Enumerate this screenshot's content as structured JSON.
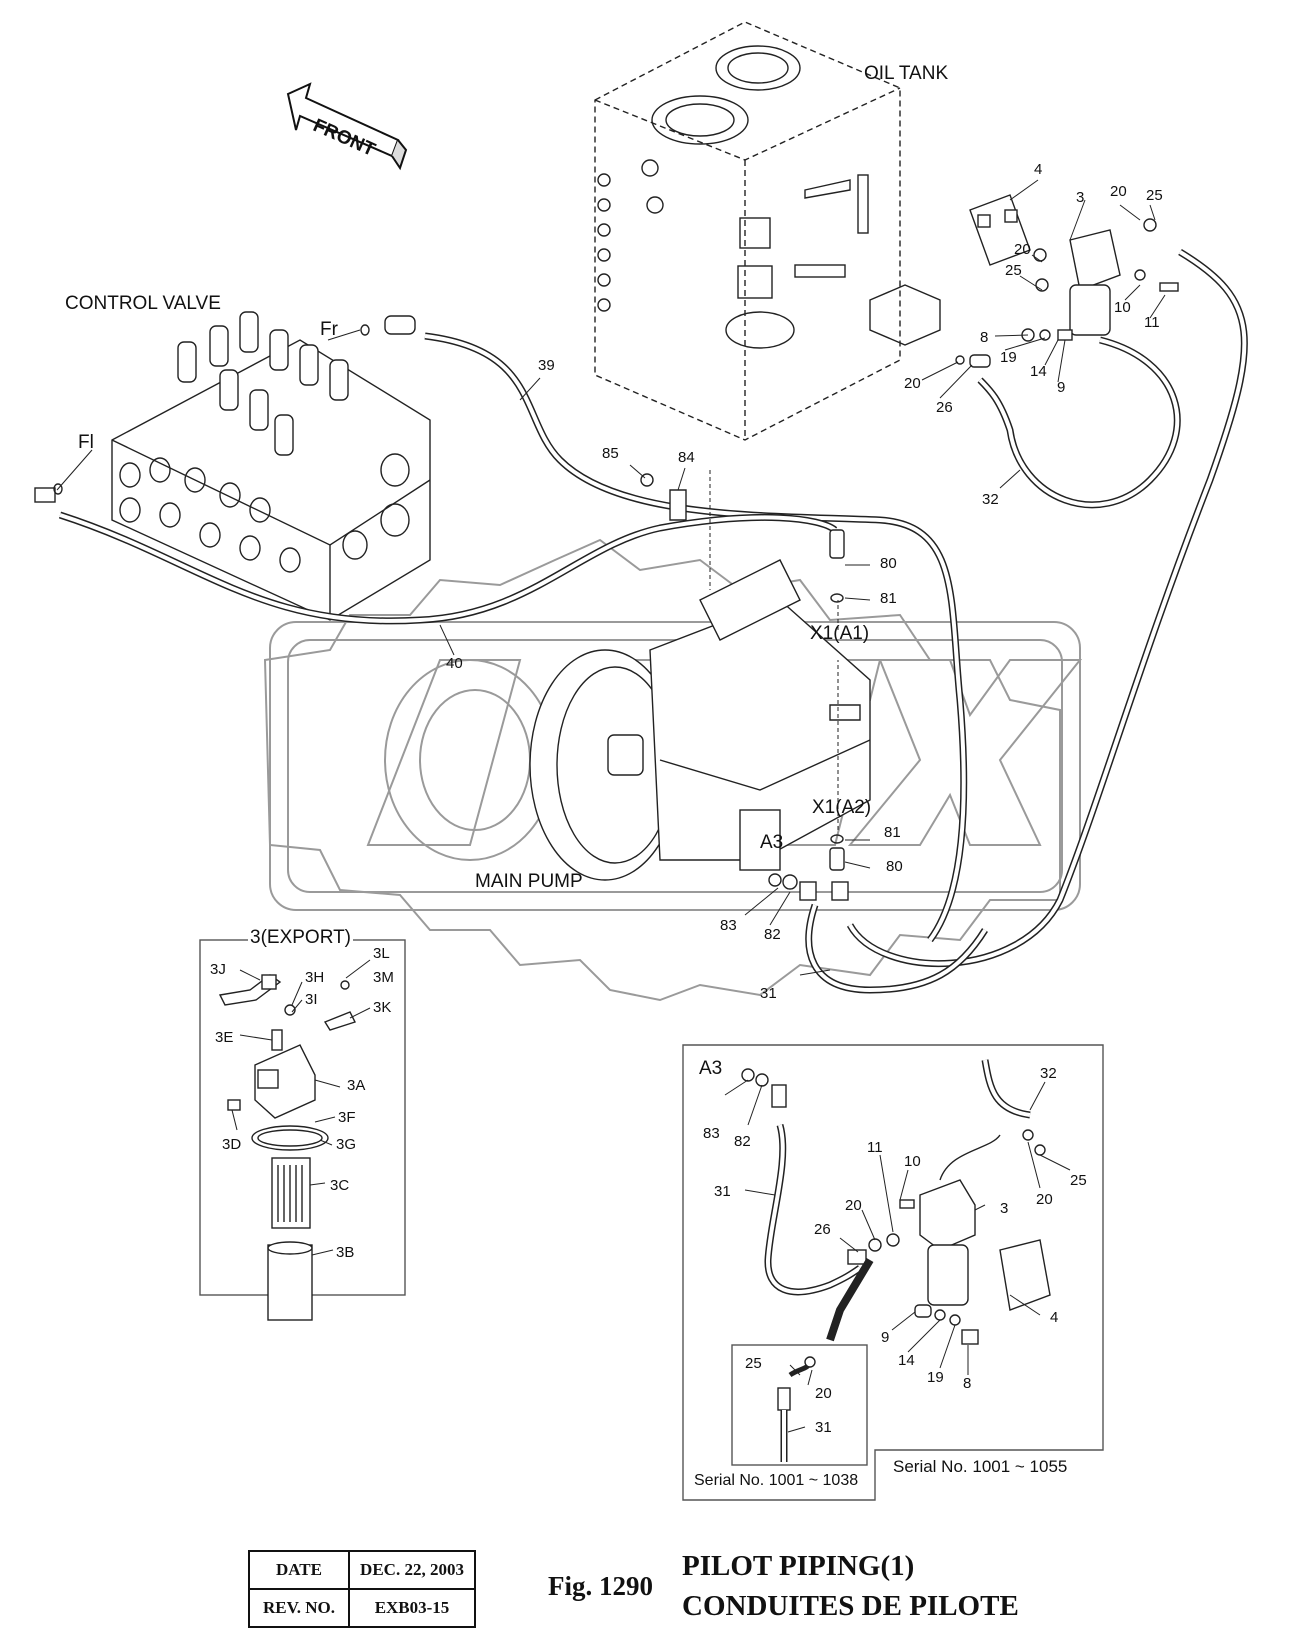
{
  "labels": {
    "oil_tank": "OIL TANK",
    "front": "FRONT",
    "control_valve": "CONTROL VALVE",
    "fr": "Fr",
    "fl": "Fl",
    "main_pump": "MAIN PUMP",
    "x1_a1": "X1(A1)",
    "x1_a2": "X1(A2)",
    "a3": "A3",
    "export_title": "3(EXPORT)"
  },
  "callouts_main": {
    "c4": "4",
    "c3": "3",
    "c20a": "20",
    "c25a": "25",
    "c20b": "20",
    "c25b": "25",
    "c10": "10",
    "c11": "11",
    "c8": "8",
    "c19": "19",
    "c14": "14",
    "c9": "9",
    "c20c": "20",
    "c26": "26",
    "c32": "32",
    "c39": "39",
    "c85": "85",
    "c84": "84",
    "c80a": "80",
    "c81a": "81",
    "c40": "40",
    "c81b": "81",
    "c80b": "80",
    "c83": "83",
    "c82": "82",
    "c31": "31"
  },
  "callouts_export": {
    "c3l": "3L",
    "c3j": "3J",
    "c3h": "3H",
    "c3m": "3M",
    "c3i": "3I",
    "c3k": "3K",
    "c3e": "3E",
    "c3a": "3A",
    "c3f": "3F",
    "c3d": "3D",
    "c3g": "3G",
    "c3c": "3C",
    "c3b": "3B"
  },
  "callouts_detail": {
    "a3": "A3",
    "c83": "83",
    "c82": "82",
    "c32": "32",
    "c11": "11",
    "c10": "10",
    "c25": "25",
    "c20a": "20",
    "c31": "31",
    "c20b": "20",
    "c3": "3",
    "c26": "26",
    "c4": "4",
    "c9": "9",
    "c14": "14",
    "c19": "19",
    "c8": "8"
  },
  "callouts_inset": {
    "c25": "25",
    "c20": "20",
    "c31": "31"
  },
  "serial": {
    "outer": "Serial No. 1001 ~ 1055",
    "inner": "Serial No. 1001 ~ 1038"
  },
  "revision": {
    "date_label": "DATE",
    "date_value": "DEC. 22, 2003",
    "rev_label": "REV. NO.",
    "rev_value": "EXB03-15"
  },
  "figure": {
    "number": "Fig. 1290",
    "title_en": "PILOT PIPING(1)",
    "title_fr": "CONDUITES DE PILOTE"
  },
  "watermark": "OPEX"
}
